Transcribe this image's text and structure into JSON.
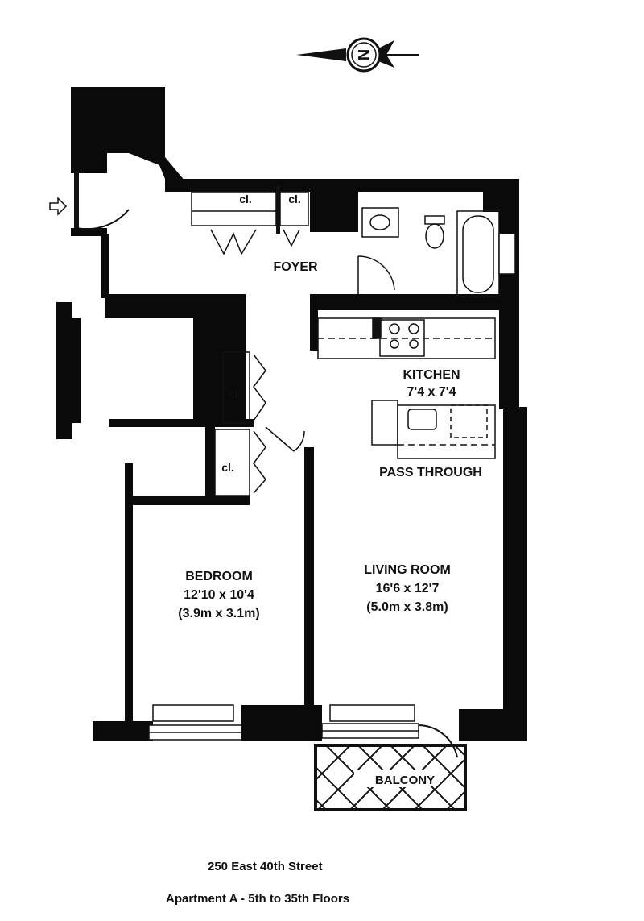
{
  "compass": {
    "letter": "N"
  },
  "rooms": {
    "foyer": {
      "name": "FOYER"
    },
    "closets": [
      "cl.",
      "cl.",
      "cl.",
      "cl."
    ],
    "kitchen": {
      "name": "KITCHEN",
      "size": "7'4 x 7'4"
    },
    "pass_through": "PASS THROUGH",
    "bedroom": {
      "name": "BEDROOM",
      "size": "12'10 x 10'4",
      "metric": "(3.9m x 3.1m)"
    },
    "living": {
      "name": "LIVING ROOM",
      "size": "16'6 x 12'7",
      "metric": "(5.0m x 3.8m)"
    },
    "balcony": {
      "name": "BALCONY"
    }
  },
  "caption": {
    "address": "250 East 40th Street",
    "unit": "Apartment A - 5th to 35th Floors"
  },
  "colors": {
    "wall": "#0a0a0a",
    "background": "#ffffff"
  }
}
